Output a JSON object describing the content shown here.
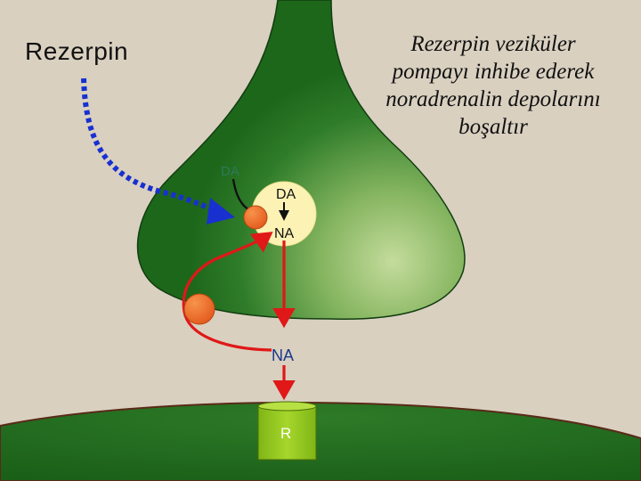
{
  "title": "Rezerpin",
  "caption_lines": [
    "Rezerpin veziküler",
    "pompayı inhibe ederek",
    "noradrenalin depolarını",
    "boşaltır"
  ],
  "labels": {
    "da_outside": "DA",
    "da_vesicle": "DA",
    "na_vesicle": "NA",
    "na_cleft": "NA",
    "receptor": "R"
  },
  "colors": {
    "background": "#d9d0c0",
    "neuron_dark": "#1f6b1c",
    "neuron_light": "#b8d48f",
    "vesicle": "#fbf2b4",
    "transporter": "#ee6a22",
    "red_arrow": "#e01818",
    "blue_arrow": "#1930d0",
    "receptor": "#8cc21a"
  }
}
